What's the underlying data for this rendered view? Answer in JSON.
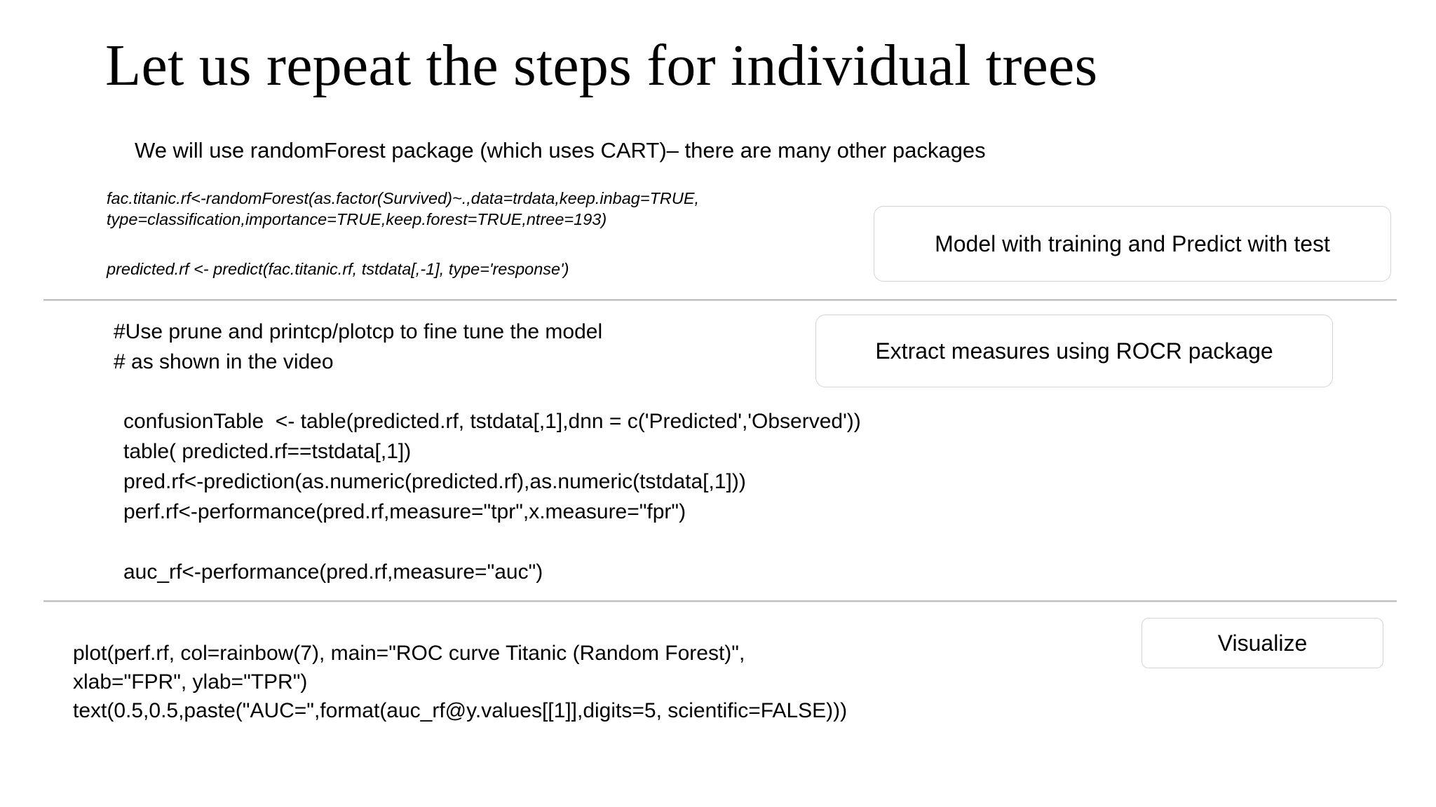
{
  "slide": {
    "title": "Let us repeat the steps for individual trees",
    "subtitle": "We will use randomForest package (which uses CART)– there are many other packages"
  },
  "section_model": {
    "code_line_1": "fac.titanic.rf<-randomForest(as.factor(Survived)~.,data=trdata,keep.inbag=TRUE,\ntype=classification,importance=TRUE,keep.forest=TRUE,ntree=193)",
    "code_line_2": "predicted.rf <- predict(fac.titanic.rf, tstdata[,-1], type='response')",
    "callout_label": "Model with training and Predict with test"
  },
  "section_measures": {
    "comment_block": "#Use prune and printcp/plotcp to fine tune the model\n# as shown in the video",
    "code_block": "confusionTable  <- table(predicted.rf, tstdata[,1],dnn = c('Predicted','Observed'))\ntable( predicted.rf==tstdata[,1])\npred.rf<-prediction(as.numeric(predicted.rf),as.numeric(tstdata[,1]))\nperf.rf<-performance(pred.rf,measure=\"tpr\",x.measure=\"fpr\")",
    "code_auc": "auc_rf<-performance(pred.rf,measure=\"auc\")",
    "callout_label": "Extract measures using ROCR package"
  },
  "section_visualize": {
    "code_block": "plot(perf.rf, col=rainbow(7), main=\"ROC curve Titanic (Random Forest)\",\nxlab=\"FPR\", ylab=\"TPR\")\ntext(0.5,0.5,paste(\"AUC=\",format(auc_rf@y.values[[1]],digits=5, scientific=FALSE)))",
    "callout_label": "Visualize"
  },
  "style": {
    "background": "#ffffff",
    "text_color": "#000000",
    "divider_color": "#bfbfbf",
    "callout_border_color": "#d4d4d4"
  }
}
